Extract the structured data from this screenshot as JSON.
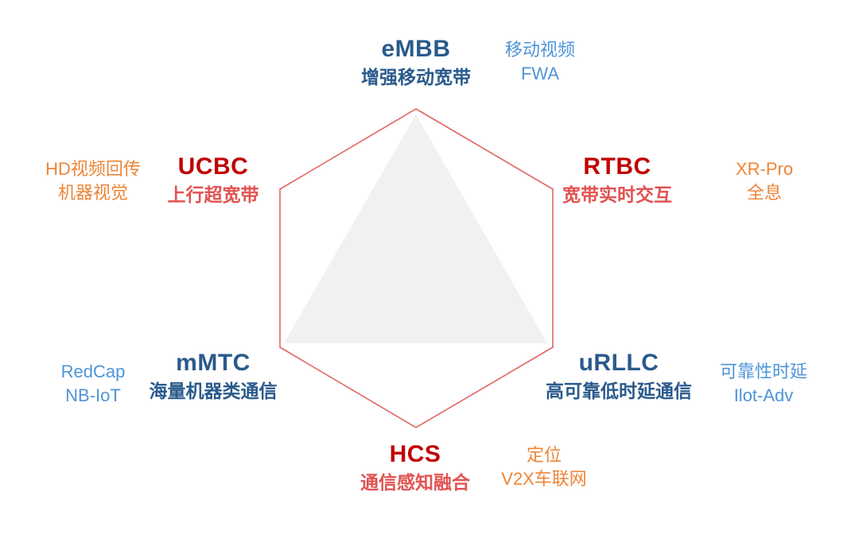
{
  "colors": {
    "background": "#ffffff",
    "node_blue": "#2a5a8c",
    "node_red_abbr": "#c00000",
    "node_red_name": "#e25252",
    "keyword_light_blue": "#4f94d8",
    "keyword_orange": "#ed8537",
    "hexagon_stroke": "#e06565",
    "triangle_fill": "#f1f1f1"
  },
  "nodes": {
    "embb": {
      "abbr": "eMBB",
      "name": "增强移动宽带"
    },
    "ucbc": {
      "abbr": "UCBC",
      "name": "上行超宽带"
    },
    "rtbc": {
      "abbr": "RTBC",
      "name": "宽带实时交互"
    },
    "mmtc": {
      "abbr": "mMTC",
      "name": "海量机器类通信"
    },
    "urllc": {
      "abbr": "uRLLC",
      "name": "高可靠低时延通信"
    },
    "hcs": {
      "abbr": "HCS",
      "name": "通信感知融合"
    }
  },
  "keywords": {
    "embb": {
      "line1": "移动视频",
      "line2": "FWA"
    },
    "ucbc": {
      "line1": "HD视频回传",
      "line2": "机器视觉"
    },
    "rtbc": {
      "line1": "XR-Pro",
      "line2": "全息"
    },
    "mmtc": {
      "line1": "RedCap",
      "line2": "NB-IoT"
    },
    "urllc": {
      "line1": "可靠性时延",
      "line2": "Ilot-Adv"
    },
    "hcs": {
      "line1": "定位",
      "line2": "V2X车联网"
    }
  }
}
